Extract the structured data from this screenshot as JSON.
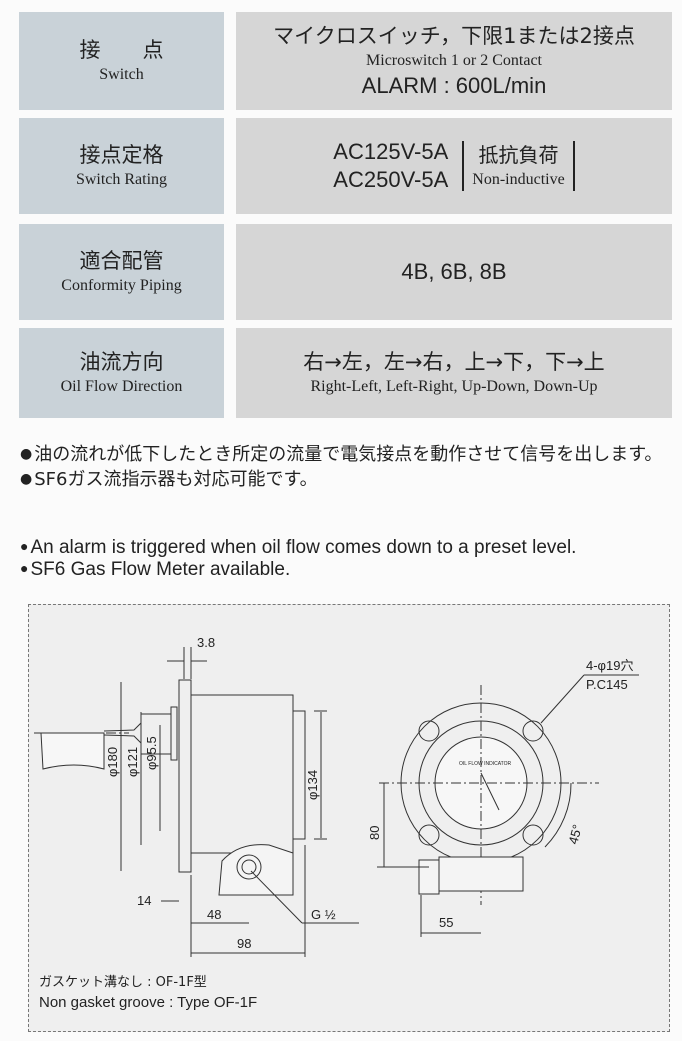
{
  "spec_table": [
    {
      "label_jp": "接　　点",
      "label_en": "Switch",
      "value_jp": "マイクロスイッチ，下限1または2接点",
      "value_en": "Microswitch 1 or 2 Contact",
      "value_extra": "ALARM : 600L/min"
    },
    {
      "label_jp": "接点定格",
      "label_en": "Switch Rating",
      "value_lines": [
        "AC125V-5A",
        "AC250V-5A"
      ],
      "bracket_jp": "抵抗負荷",
      "bracket_en": "Non-inductive"
    },
    {
      "label_jp": "適合配管",
      "label_en": "Conformity Piping",
      "value": "4B, 6B, 8B"
    },
    {
      "label_jp": "油流方向",
      "label_en": "Oil Flow Direction",
      "value_jp": "右→左，左→右，上→下，下→上",
      "value_en": "Right-Left, Left-Right, Up-Down, Down-Up"
    }
  ],
  "notes_jp": [
    "油の流れが低下したとき所定の流量で電気接点を動作させて信号を出します。",
    "SF6ガス流指示器も対応可能です。"
  ],
  "notes_en": [
    "An alarm is triggered when oil flow comes down to a preset level.",
    "SF6 Gas Flow Meter available."
  ],
  "drawing": {
    "dims": {
      "flange_thk": "3.8",
      "d180": "φ180",
      "d121": "φ121",
      "d95": "φ95.5",
      "d134": "φ134",
      "d14": "14",
      "d48": "48",
      "d98": "98",
      "thread": "G ½",
      "holes": "4-φ19穴",
      "pcd": "P.C145",
      "h80": "80",
      "d55": "55",
      "angle": "45°",
      "dial": "OIL FLOW INDICATOR"
    },
    "caption_jp": "ガスケット溝なし : OF-1F型",
    "caption_en": "Non gasket groove : Type OF-1F"
  }
}
